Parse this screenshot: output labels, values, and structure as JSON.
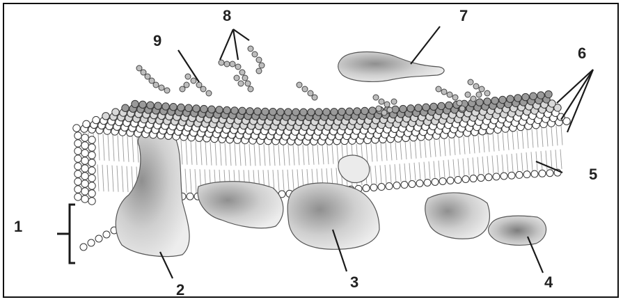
{
  "diagram": {
    "callouts": [
      {
        "id": "1",
        "text": "1"
      },
      {
        "id": "2",
        "text": "2"
      },
      {
        "id": "3",
        "text": "3"
      },
      {
        "id": "4",
        "text": "4"
      },
      {
        "id": "5",
        "text": "5"
      },
      {
        "id": "6",
        "text": "6"
      },
      {
        "id": "7",
        "text": "7"
      },
      {
        "id": "8",
        "text": "8"
      },
      {
        "id": "9",
        "text": "9"
      }
    ],
    "colors": {
      "line": "#1a1a1a",
      "head_fill": "#ffffff",
      "head_stroke": "#333333",
      "protein_fill": "#e6e6e6",
      "protein_shade": "#8f8f8f",
      "tail": "#9a9a9a"
    }
  }
}
